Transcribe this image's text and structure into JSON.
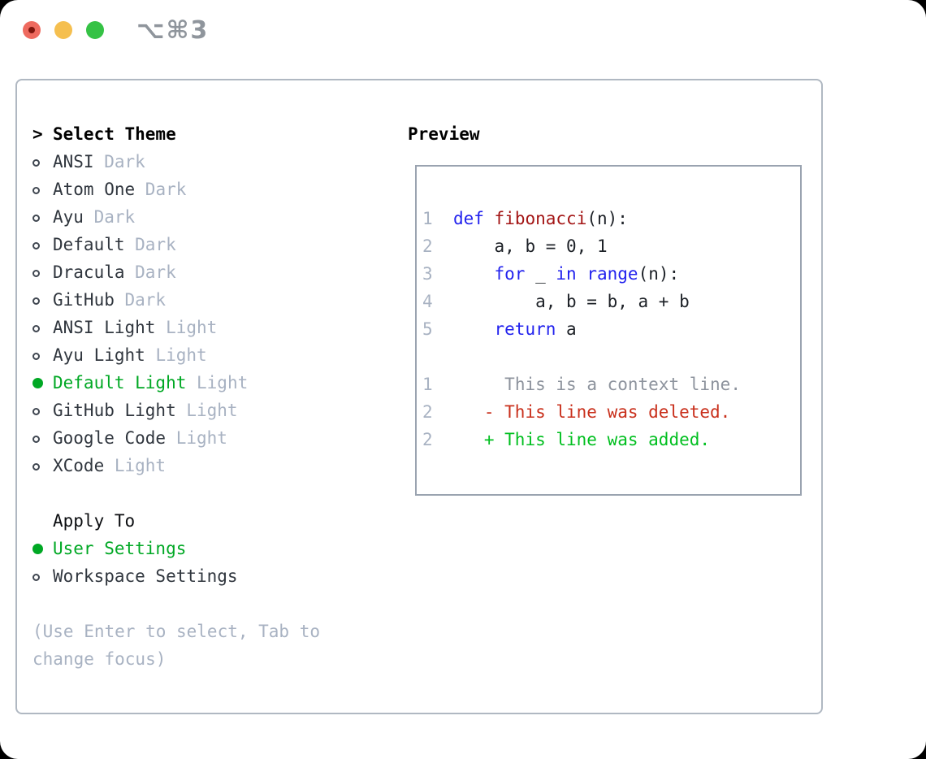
{
  "titlebar": {
    "shortcut": "⌥⌘3",
    "traffic_lights": [
      {
        "name": "close",
        "color": "#ee6a5f",
        "dot_color": "#7e150d"
      },
      {
        "name": "minimize",
        "color": "#f5bf4f"
      },
      {
        "name": "zoom",
        "color": "#35c245"
      }
    ]
  },
  "theme_panel": {
    "prompt": ">",
    "title": "Select Theme",
    "items": [
      {
        "name": "ANSI",
        "tag": "Dark",
        "selected": false
      },
      {
        "name": "Atom One",
        "tag": "Dark",
        "selected": false
      },
      {
        "name": "Ayu",
        "tag": "Dark",
        "selected": false
      },
      {
        "name": "Default",
        "tag": "Dark",
        "selected": false
      },
      {
        "name": "Dracula",
        "tag": "Dark",
        "selected": false
      },
      {
        "name": "GitHub",
        "tag": "Dark",
        "selected": false
      },
      {
        "name": "ANSI Light",
        "tag": "Light",
        "selected": false
      },
      {
        "name": "Ayu Light",
        "tag": "Light",
        "selected": false
      },
      {
        "name": "Default Light",
        "tag": "Light",
        "selected": true
      },
      {
        "name": "GitHub Light",
        "tag": "Light",
        "selected": false
      },
      {
        "name": "Google Code",
        "tag": "Light",
        "selected": false
      },
      {
        "name": "XCode",
        "tag": "Light",
        "selected": false
      }
    ],
    "apply_to": {
      "title": "Apply To",
      "options": [
        {
          "label": "User Settings",
          "selected": true
        },
        {
          "label": "Workspace Settings",
          "selected": false
        }
      ]
    },
    "hint_lines": [
      "(Use Enter to select, Tab to",
      "change focus)"
    ]
  },
  "preview": {
    "title": "Preview",
    "lines": [
      {
        "segments": [
          {
            "s": "1",
            "t": "num"
          },
          {
            "s": "  ",
            "t": "pl"
          },
          {
            "s": "def",
            "t": "kw"
          },
          {
            "s": " ",
            "t": "pl"
          },
          {
            "s": "fibonacci",
            "t": "fn"
          },
          {
            "s": "(n):",
            "t": "pl"
          }
        ]
      },
      {
        "segments": [
          {
            "s": "2",
            "t": "num"
          },
          {
            "s": "      a, b = 0, 1",
            "t": "pl"
          }
        ]
      },
      {
        "segments": [
          {
            "s": "3",
            "t": "num"
          },
          {
            "s": "      ",
            "t": "pl"
          },
          {
            "s": "for",
            "t": "kw"
          },
          {
            "s": " _ ",
            "t": "pl"
          },
          {
            "s": "in",
            "t": "kw"
          },
          {
            "s": " ",
            "t": "pl"
          },
          {
            "s": "range",
            "t": "kw"
          },
          {
            "s": "(n):",
            "t": "pl"
          }
        ]
      },
      {
        "segments": [
          {
            "s": "4",
            "t": "num"
          },
          {
            "s": "          a, b = b, a + b",
            "t": "pl"
          }
        ]
      },
      {
        "segments": [
          {
            "s": "5",
            "t": "num"
          },
          {
            "s": "      ",
            "t": "pl"
          },
          {
            "s": "return",
            "t": "kw"
          },
          {
            "s": " a",
            "t": "pl"
          }
        ]
      },
      {
        "segments": []
      },
      {
        "segments": [
          {
            "s": "1",
            "t": "num"
          },
          {
            "s": "       ",
            "t": "pl"
          },
          {
            "s": "This is a context line.",
            "t": "ctx"
          }
        ]
      },
      {
        "segments": [
          {
            "s": "2",
            "t": "num"
          },
          {
            "s": "     ",
            "t": "pl"
          },
          {
            "s": "- This line was deleted.",
            "t": "del"
          }
        ]
      },
      {
        "segments": [
          {
            "s": "2",
            "t": "num"
          },
          {
            "s": "     ",
            "t": "pl"
          },
          {
            "s": "+ This line was added.",
            "t": "add"
          }
        ]
      }
    ]
  },
  "colors": {
    "selected_green": "#00a824",
    "added_green": "#00bf1f",
    "deleted_red": "#c9301c",
    "keyword_blue": "#2222ee",
    "function_red": "#a31515",
    "muted_gray": "#a8b2c2",
    "context_gray": "#8d939d",
    "panel_border": "#b0b8c2",
    "preview_border": "#9aa3b0"
  }
}
